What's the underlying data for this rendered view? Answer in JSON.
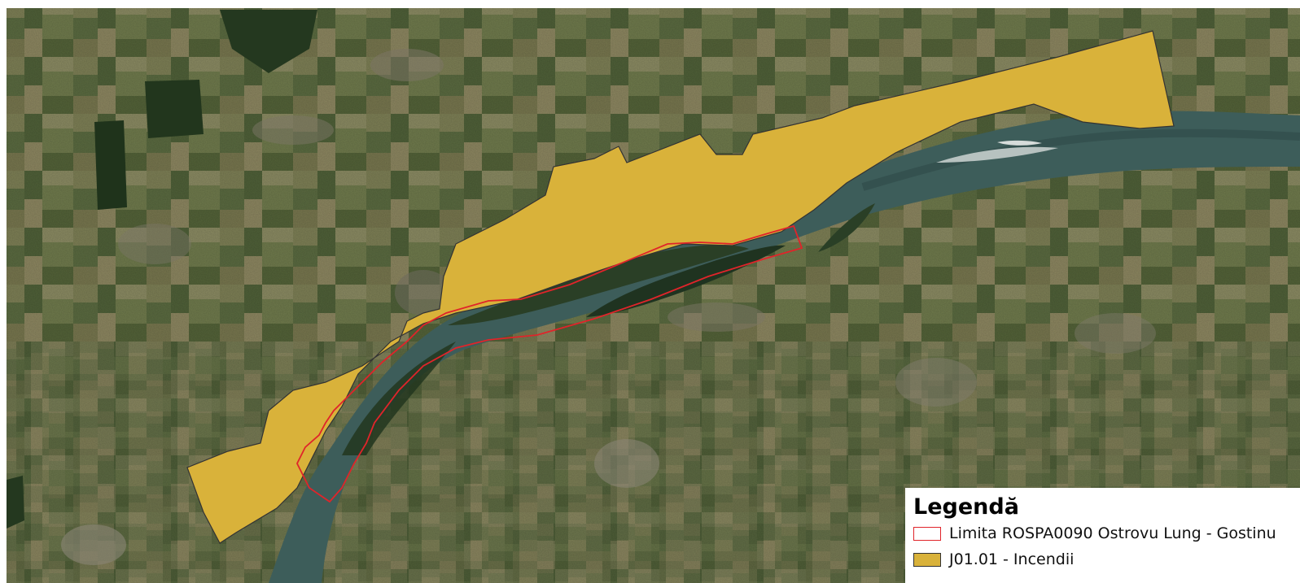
{
  "legend": {
    "title": "Legendă",
    "items": [
      {
        "label": "Limita ROSPA0090 Ostrovu Lung - Gostinu",
        "symbol": "outline",
        "stroke": "#e0242a",
        "fill": "#ffffff"
      },
      {
        "label": "J01.01 - Incendii",
        "symbol": "fill",
        "stroke": "#333333",
        "fill": "#d9b23a"
      }
    ]
  },
  "colors": {
    "river": "#3d5d5a",
    "river_dark": "#2f4a47",
    "farmland": "#5f6b45",
    "incendii_fill": "#d9b23a",
    "boundary_stroke": "#e0242a"
  }
}
